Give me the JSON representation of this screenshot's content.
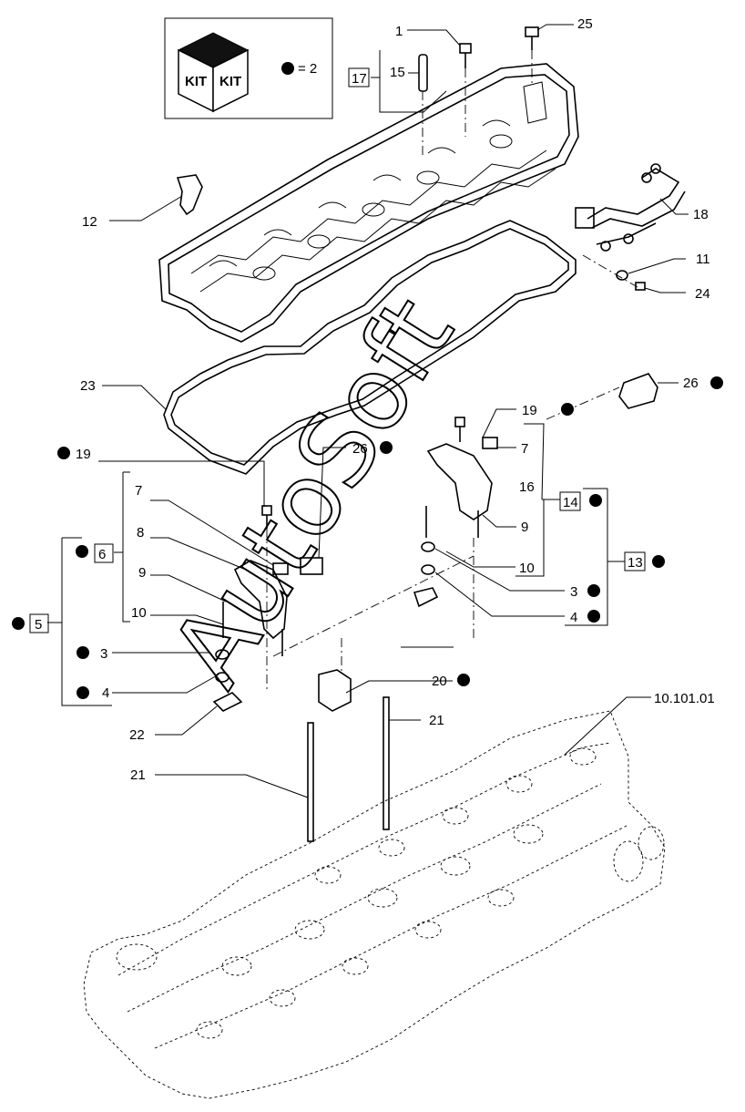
{
  "legend": {
    "kit_label_1": "KIT",
    "kit_label_2": "KIT",
    "equals_text": "= 2"
  },
  "callouts": {
    "c1": "1",
    "c25": "25",
    "c15": "15",
    "c17": "17",
    "c12": "12",
    "c18": "18",
    "c11": "11",
    "c24": "24",
    "c23": "23",
    "c26a": "26",
    "c19a": "19",
    "c7a": "7",
    "c16": "16",
    "c14": "14",
    "c13": "13",
    "c9a": "9",
    "c10a": "10",
    "c3a": "3",
    "c4a": "4",
    "c19b": "19",
    "c26b": "26",
    "c7b": "7",
    "c8": "8",
    "c6": "6",
    "c9b": "9",
    "c5": "5",
    "c10b": "10",
    "c3b": "3",
    "c4b": "4",
    "c20": "20",
    "c22": "22",
    "c21a": "21",
    "c21b": "21",
    "ref": "10.101.01"
  },
  "watermark": "AutoSoft"
}
